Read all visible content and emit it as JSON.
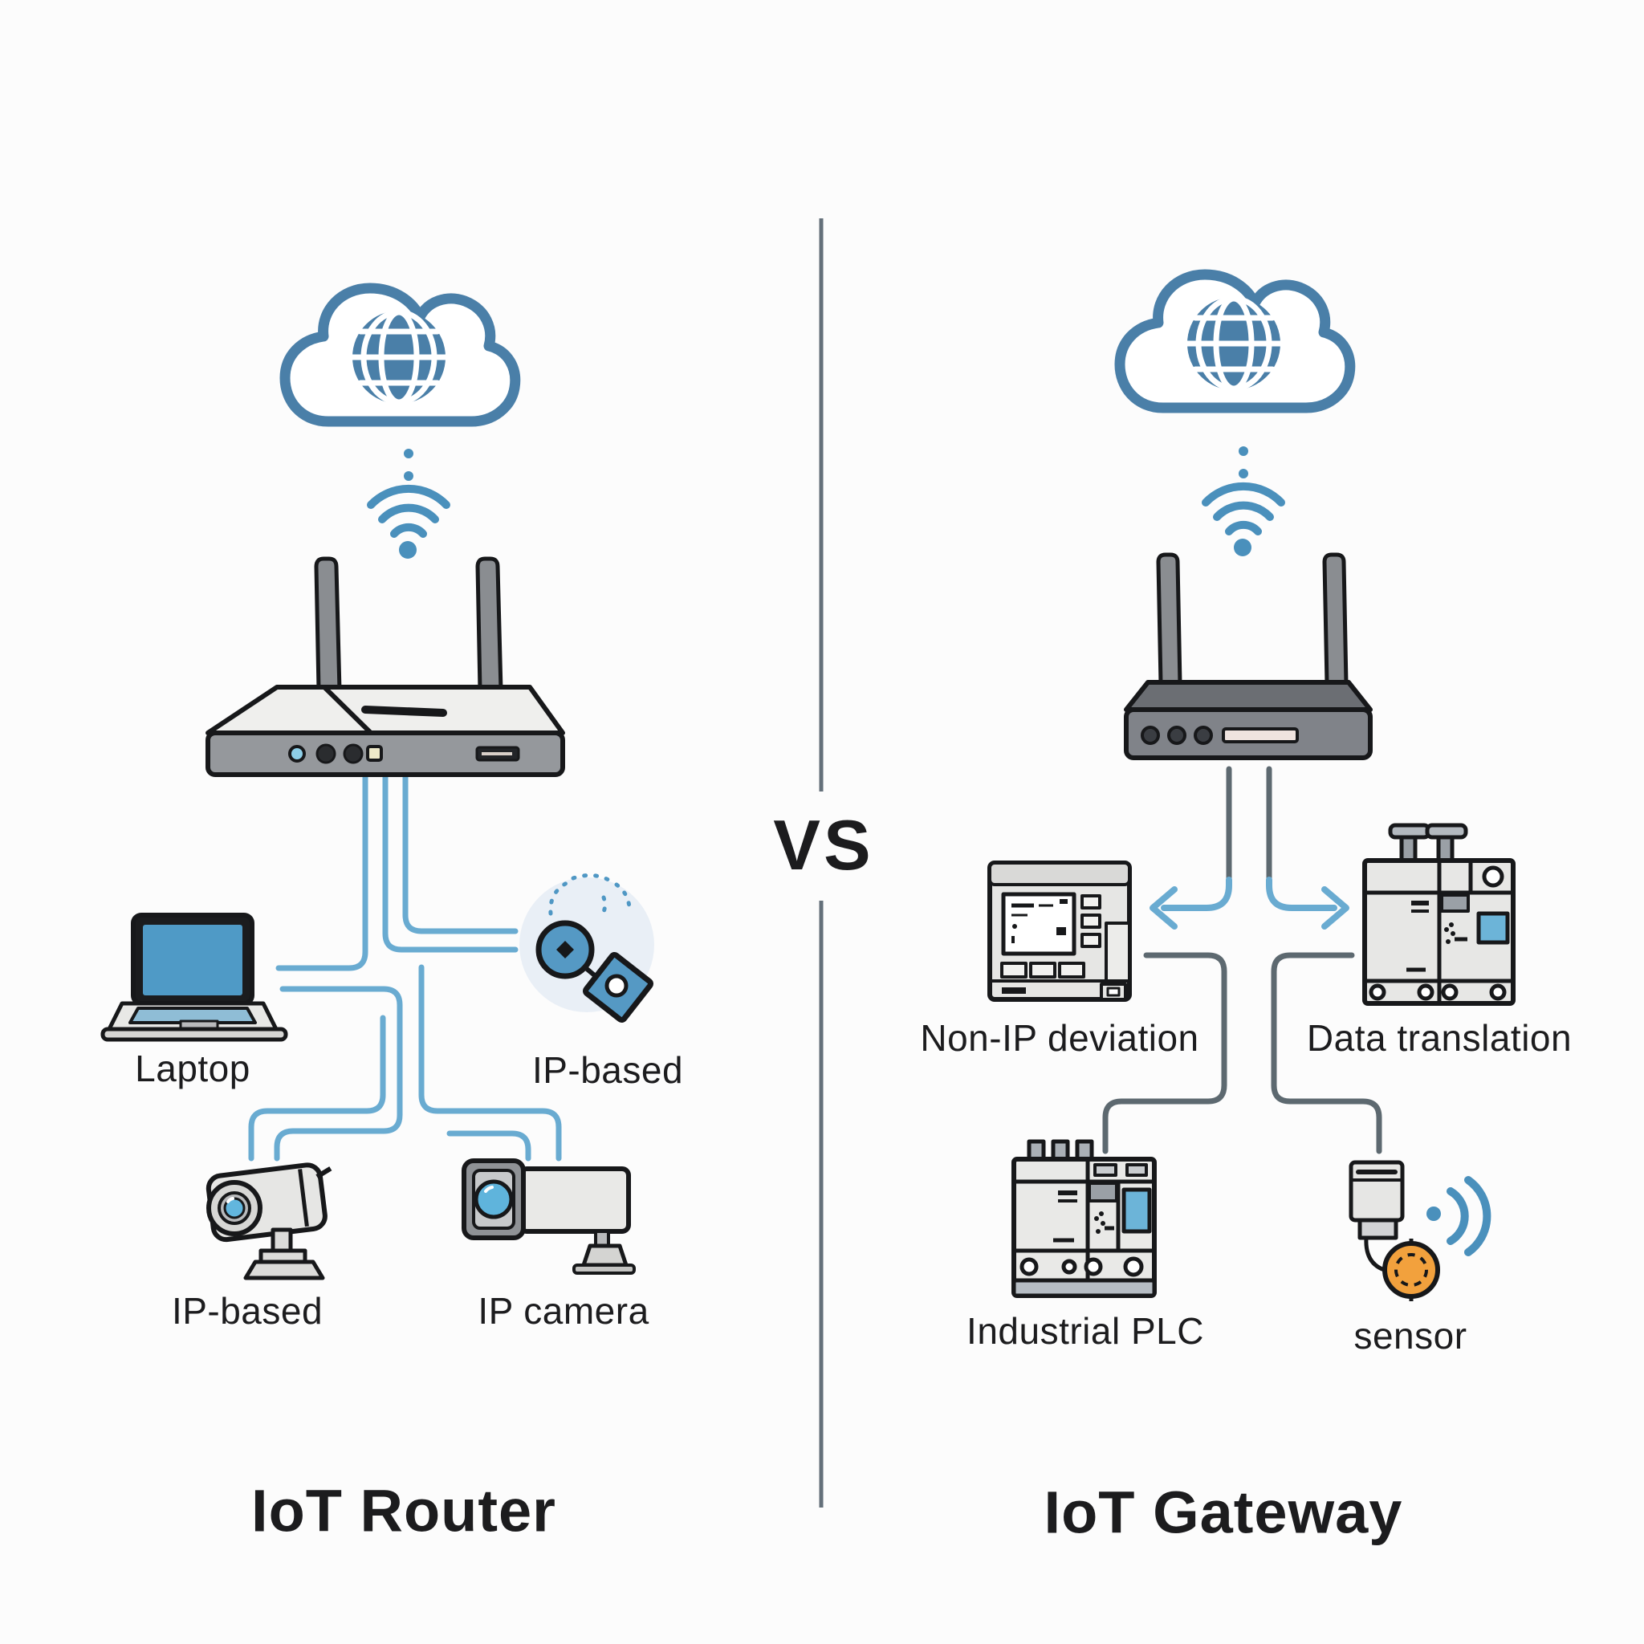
{
  "page": {
    "background": "#fcfcfc",
    "vs_label": "VS"
  },
  "left_panel": {
    "title": "IoT Router",
    "labels": {
      "laptop": "Laptop",
      "ip_based_device": "IP-based",
      "ip_based_camera": "IP-based",
      "ip_camera": "IP camera"
    },
    "icons": [
      "cloud-internet-icon",
      "wifi-signal-icon",
      "wifi-router-icon",
      "laptop-icon",
      "ip-based-device-icon",
      "cctv-camera-icon",
      "ip-camera-icon"
    ]
  },
  "right_panel": {
    "title": "IoT Gateway",
    "labels": {
      "non_ip_device": "Non-IP deviation",
      "data_translation": "Data translation",
      "industrial_plc": "Industrial PLC",
      "sensor": "sensor"
    },
    "icons": [
      "cloud-internet-icon",
      "wifi-signal-icon",
      "gateway-device-icon",
      "control-panel-icon",
      "plc-module-icon",
      "industrial-plc-icon",
      "sensor-icon"
    ]
  },
  "colors": {
    "bg": "#fcfcfc",
    "cloud_blue": "#4a7fa8",
    "wifi_blue": "#4a90bc",
    "line_blue": "#69abd1",
    "line_gray": "#5d6970",
    "icon_blue": "#4f97c4",
    "screen_blue": "#4f9ac6",
    "accent_orange": "#f2a13d",
    "divider_gray": "#64707a",
    "text": "#1c1c1e"
  }
}
